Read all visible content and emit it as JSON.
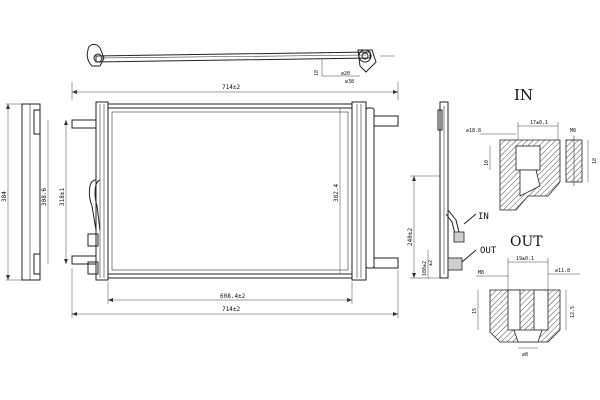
{
  "top_view": {
    "dim_width_top": "714±2",
    "dim_18": "18",
    "dim_phi20": "⌀20",
    "dim_phi38": "⌀38"
  },
  "front_view": {
    "dim_width_top": "714±2",
    "dim_core_width": "608.4±2",
    "dim_width_bottom": "714±2",
    "dim_height_outer": "318±1",
    "dim_height_inner": "382.4"
  },
  "left_side_view": {
    "dim_height": "384",
    "dim_inner": "308.6"
  },
  "right_side_view": {
    "dim_height": "240±2",
    "dim_bottom": "100±2",
    "label_in": "IN",
    "label_out": "OUT"
  },
  "detail_in": {
    "title": "IN",
    "dim_phi": "⌀18.8",
    "dim_17": "17±0.1",
    "dim_m8": "M8",
    "dim_18": "18",
    "dim_10": "10"
  },
  "detail_out": {
    "title": "OUT",
    "dim_m8": "M8",
    "dim_19": "19±0.1",
    "dim_phi": "⌀11.8",
    "dim_15": "15",
    "dim_12_5": "12.5",
    "dim_phi8": "⌀8"
  }
}
